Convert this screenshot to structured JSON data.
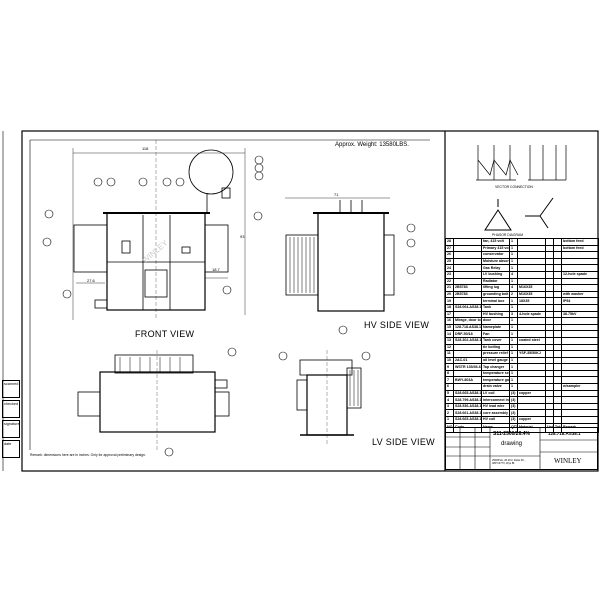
{
  "drawing": {
    "approx_weight": "Approx. Weight: 13580LBS.",
    "remark": "Remark: dimensions here are in inches. Only for approval preliminary design.",
    "views": {
      "front": "FRONT VIEW",
      "hv_side": "HV SIDE VIEW",
      "lv_side": "LV SIDE VIEW"
    },
    "dimensions": {
      "overall_width": "118",
      "left_offset": "27.6",
      "right_offset": "18.7",
      "height": "93",
      "side_width": "71"
    },
    "connection_label": "VECTOR CONNECTION",
    "phasor_label": "PHASOR DIAGRAM",
    "watermark": "WINLEY"
  },
  "margin": {
    "items": [
      "scanned",
      "checked",
      "signature",
      "date"
    ]
  },
  "parts_list": {
    "headers": [
      "NO.",
      "Code",
      "Name",
      "QTY",
      "Material",
      "Unit",
      "Total",
      "Remark"
    ],
    "weight_header": "Weight",
    "rows": [
      [
        "28",
        "",
        "fan, 415 volt",
        "1",
        "",
        "",
        "",
        "bottom feed"
      ],
      [
        "27",
        "",
        "Primary 415 volt",
        "1",
        "",
        "",
        "",
        "bottom feed"
      ],
      [
        "26",
        "",
        "conservator",
        "1",
        "",
        "",
        "",
        ""
      ],
      [
        "25",
        "",
        "Moisture absorber",
        "1",
        "",
        "",
        "",
        ""
      ],
      [
        "24",
        "",
        "Gas Relay",
        "1",
        "",
        "",
        "",
        ""
      ],
      [
        "23",
        "",
        "LV bushing",
        "4",
        "",
        "",
        "",
        "12-hole spade"
      ],
      [
        "22",
        "",
        "Radiator",
        "1",
        "",
        "",
        "",
        ""
      ],
      [
        "21",
        "2B5783",
        "lifting lug",
        "4",
        "M16X35",
        "",
        "",
        ""
      ],
      [
        "20",
        "2B5783",
        "grounding bolt",
        "2",
        "M16X35",
        "",
        "",
        "with washer"
      ],
      [
        "19",
        "",
        "terminal box",
        "1",
        "18X35",
        "",
        "",
        "IP54"
      ],
      [
        "18",
        "S28.064.AS38.1",
        "Tank",
        "1",
        "",
        "",
        "",
        ""
      ],
      [
        "17",
        "",
        "HV bushing",
        "3",
        "4-hole spade",
        "",
        "",
        "38.75kV"
      ],
      [
        "16",
        "Mirage, door lock",
        "door",
        "1",
        "",
        "",
        "",
        ""
      ],
      [
        "15",
        "128.718.AS38.1MP",
        "Nameplate",
        "1",
        "",
        "",
        "",
        ""
      ],
      [
        "14",
        "DRF-50/18",
        "Fan",
        "1",
        "",
        "",
        "",
        ""
      ],
      [
        "13",
        "S28.302.AS38.1",
        "Tank cover",
        "1",
        "coated steel",
        "",
        "",
        ""
      ],
      [
        "12",
        "",
        "tie bolting",
        "1",
        "",
        "",
        "",
        ""
      ],
      [
        "11",
        "",
        "pressure relief valve",
        "1",
        "YSF-35/50KJ",
        "",
        "",
        ""
      ],
      [
        "10",
        "2AC-01",
        "oil level gauge",
        "1",
        "",
        "",
        "",
        ""
      ],
      [
        "9",
        "WSTR 135/36-6X5",
        "Tap changer",
        "1",
        "",
        "",
        "",
        ""
      ],
      [
        "8",
        "",
        "temperature sensor",
        "1",
        "",
        "",
        "",
        ""
      ],
      [
        "7",
        "BWY-803A",
        "temperature gauge",
        "1",
        "",
        "",
        "",
        ""
      ],
      [
        "6",
        "",
        "drain valve",
        "1",
        "",
        "",
        "",
        "w/sampler"
      ],
      [
        "5",
        "S28.665.AS38.1",
        "LV coil",
        "(3)",
        "copper",
        "",
        "",
        ""
      ],
      [
        "4",
        "S28.799.AS38.1",
        "interconnect insulation",
        "(3)",
        "",
        "",
        "",
        ""
      ],
      [
        "3",
        "S28.536.AS38.1",
        "HV lead wire",
        "(3)",
        "",
        "",
        "",
        ""
      ],
      [
        "2",
        "S28.661.AS38.1",
        "core assembly",
        "(3)",
        "",
        "",
        "",
        ""
      ],
      [
        "1",
        "S28.665.AS38.1",
        "HV coil",
        "(3)",
        "copper",
        "",
        "",
        ""
      ]
    ]
  },
  "title_block": {
    "model": "S11-2500/26.4%",
    "drawing_word": "drawing",
    "drawing_number": "128.718.AS38.1",
    "description": "2500KVA, 26.4KV, Delta Pri., 480Y/277V, Wye Bl.",
    "company": "WINLEY"
  }
}
